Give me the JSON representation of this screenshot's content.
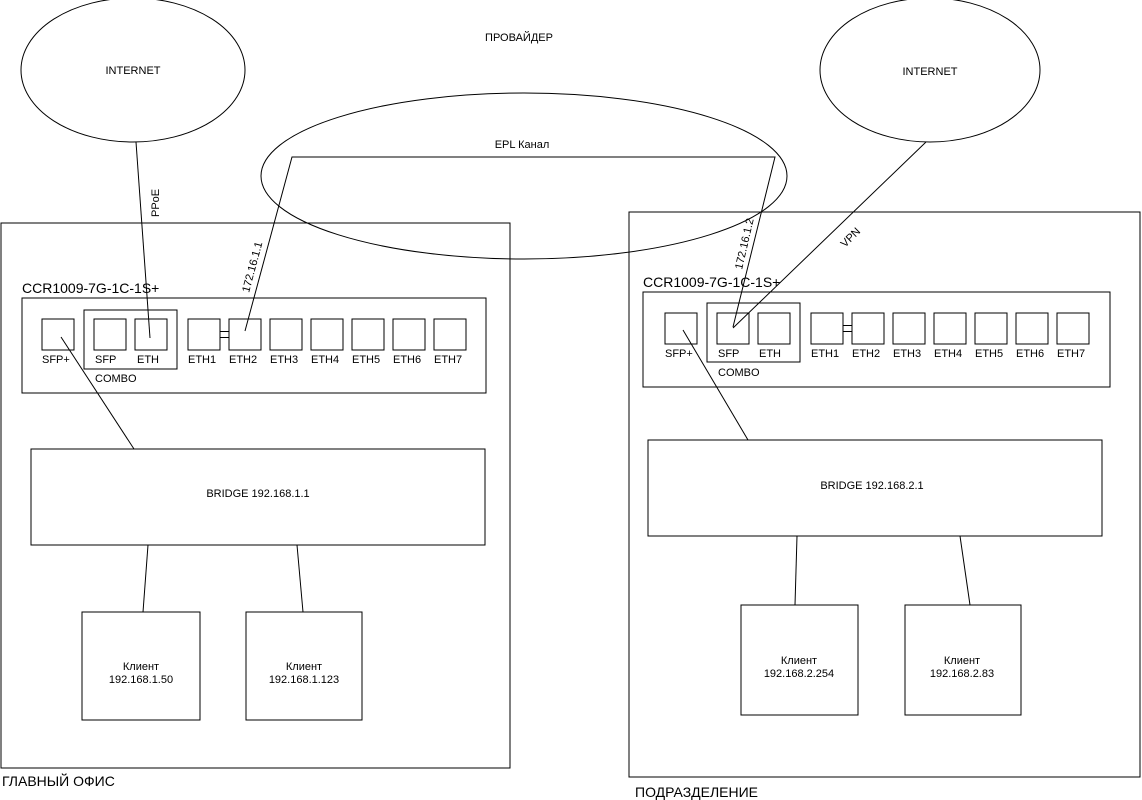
{
  "provider": {
    "label": "ПРОВАЙДЕР",
    "channel_label": "EPL Канал"
  },
  "main_office": {
    "label": "ГЛАВНЫЙ ОФИС",
    "internet_label": "INTERNET",
    "uplink_label": "PPoE",
    "epl_ip": "172.16.1.1",
    "router": {
      "model": "CCR1009-7G-1C-1S+",
      "sfp_plus": "SFP+",
      "combo_label": "COMBO",
      "combo_sfp": "SFP",
      "combo_eth": "ETH",
      "ports": [
        "ETH1",
        "ETH2",
        "ETH3",
        "ETH4",
        "ETH5",
        "ETH6",
        "ETH7"
      ]
    },
    "bridge_label": "BRIDGE 192.168.1.1",
    "clients": [
      {
        "title": "Клиент",
        "ip": "192.168.1.50"
      },
      {
        "title": "Клиент",
        "ip": "192.168.1.123"
      }
    ]
  },
  "branch": {
    "label": "ПОДРАЗДЕЛЕНИЕ",
    "internet_label": "INTERNET",
    "uplink_label": "VPN",
    "epl_ip": "172.16.1.2",
    "router": {
      "model": "CCR1009-7G-1C-1S+",
      "sfp_plus": "SFP+",
      "combo_label": "COMBO",
      "combo_sfp": "SFP",
      "combo_eth": "ETH",
      "ports": [
        "ETH1",
        "ETH2",
        "ETH3",
        "ETH4",
        "ETH5",
        "ETH6",
        "ETH7"
      ]
    },
    "bridge_label": "BRIDGE 192.168.2.1",
    "clients": [
      {
        "title": "Клиент",
        "ip": "192.168.2.254"
      },
      {
        "title": "Клиент",
        "ip": "192.168.2.83"
      }
    ]
  }
}
